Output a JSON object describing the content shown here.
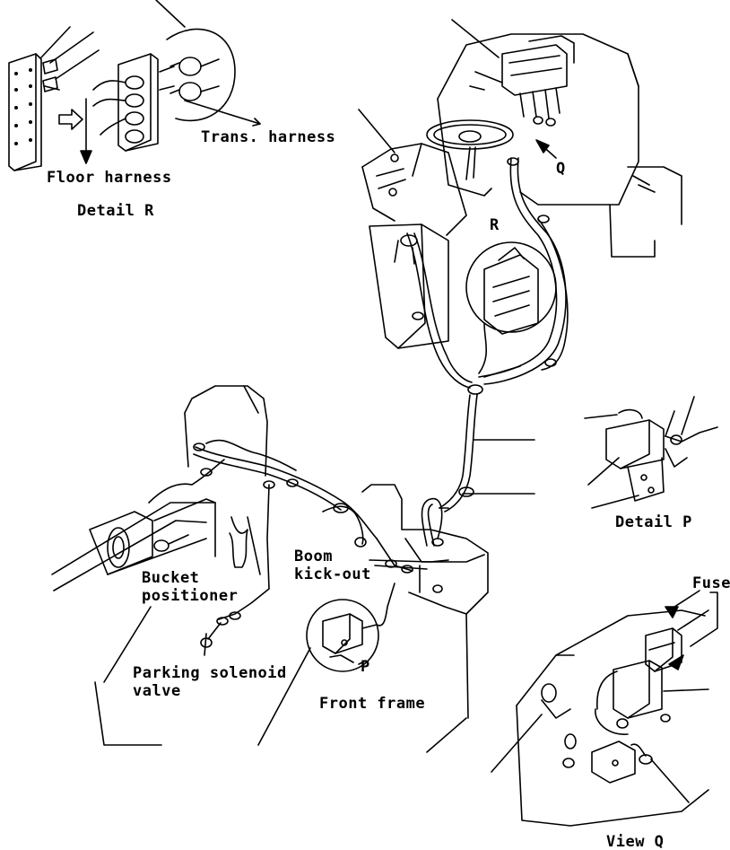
{
  "labels": {
    "trans_harness": "Trans. harness",
    "floor_harness": "Floor harness",
    "detail_r": "Detail R",
    "callout_r": "R",
    "callout_q": "Q",
    "detail_p": "Detail P",
    "callout_p": "P",
    "boom_kickout_line1": "Boom",
    "boom_kickout_line2": "kick-out",
    "bucket_positioner_line1": "Bucket",
    "bucket_positioner_line2": "positioner",
    "parking_solenoid_line1": "Parking solenoid",
    "parking_solenoid_line2": "valve",
    "front_frame": "Front frame",
    "fuse": "Fuse",
    "view_q": "View Q"
  },
  "colors": {
    "ink": "#000000",
    "paper": "#ffffff"
  }
}
